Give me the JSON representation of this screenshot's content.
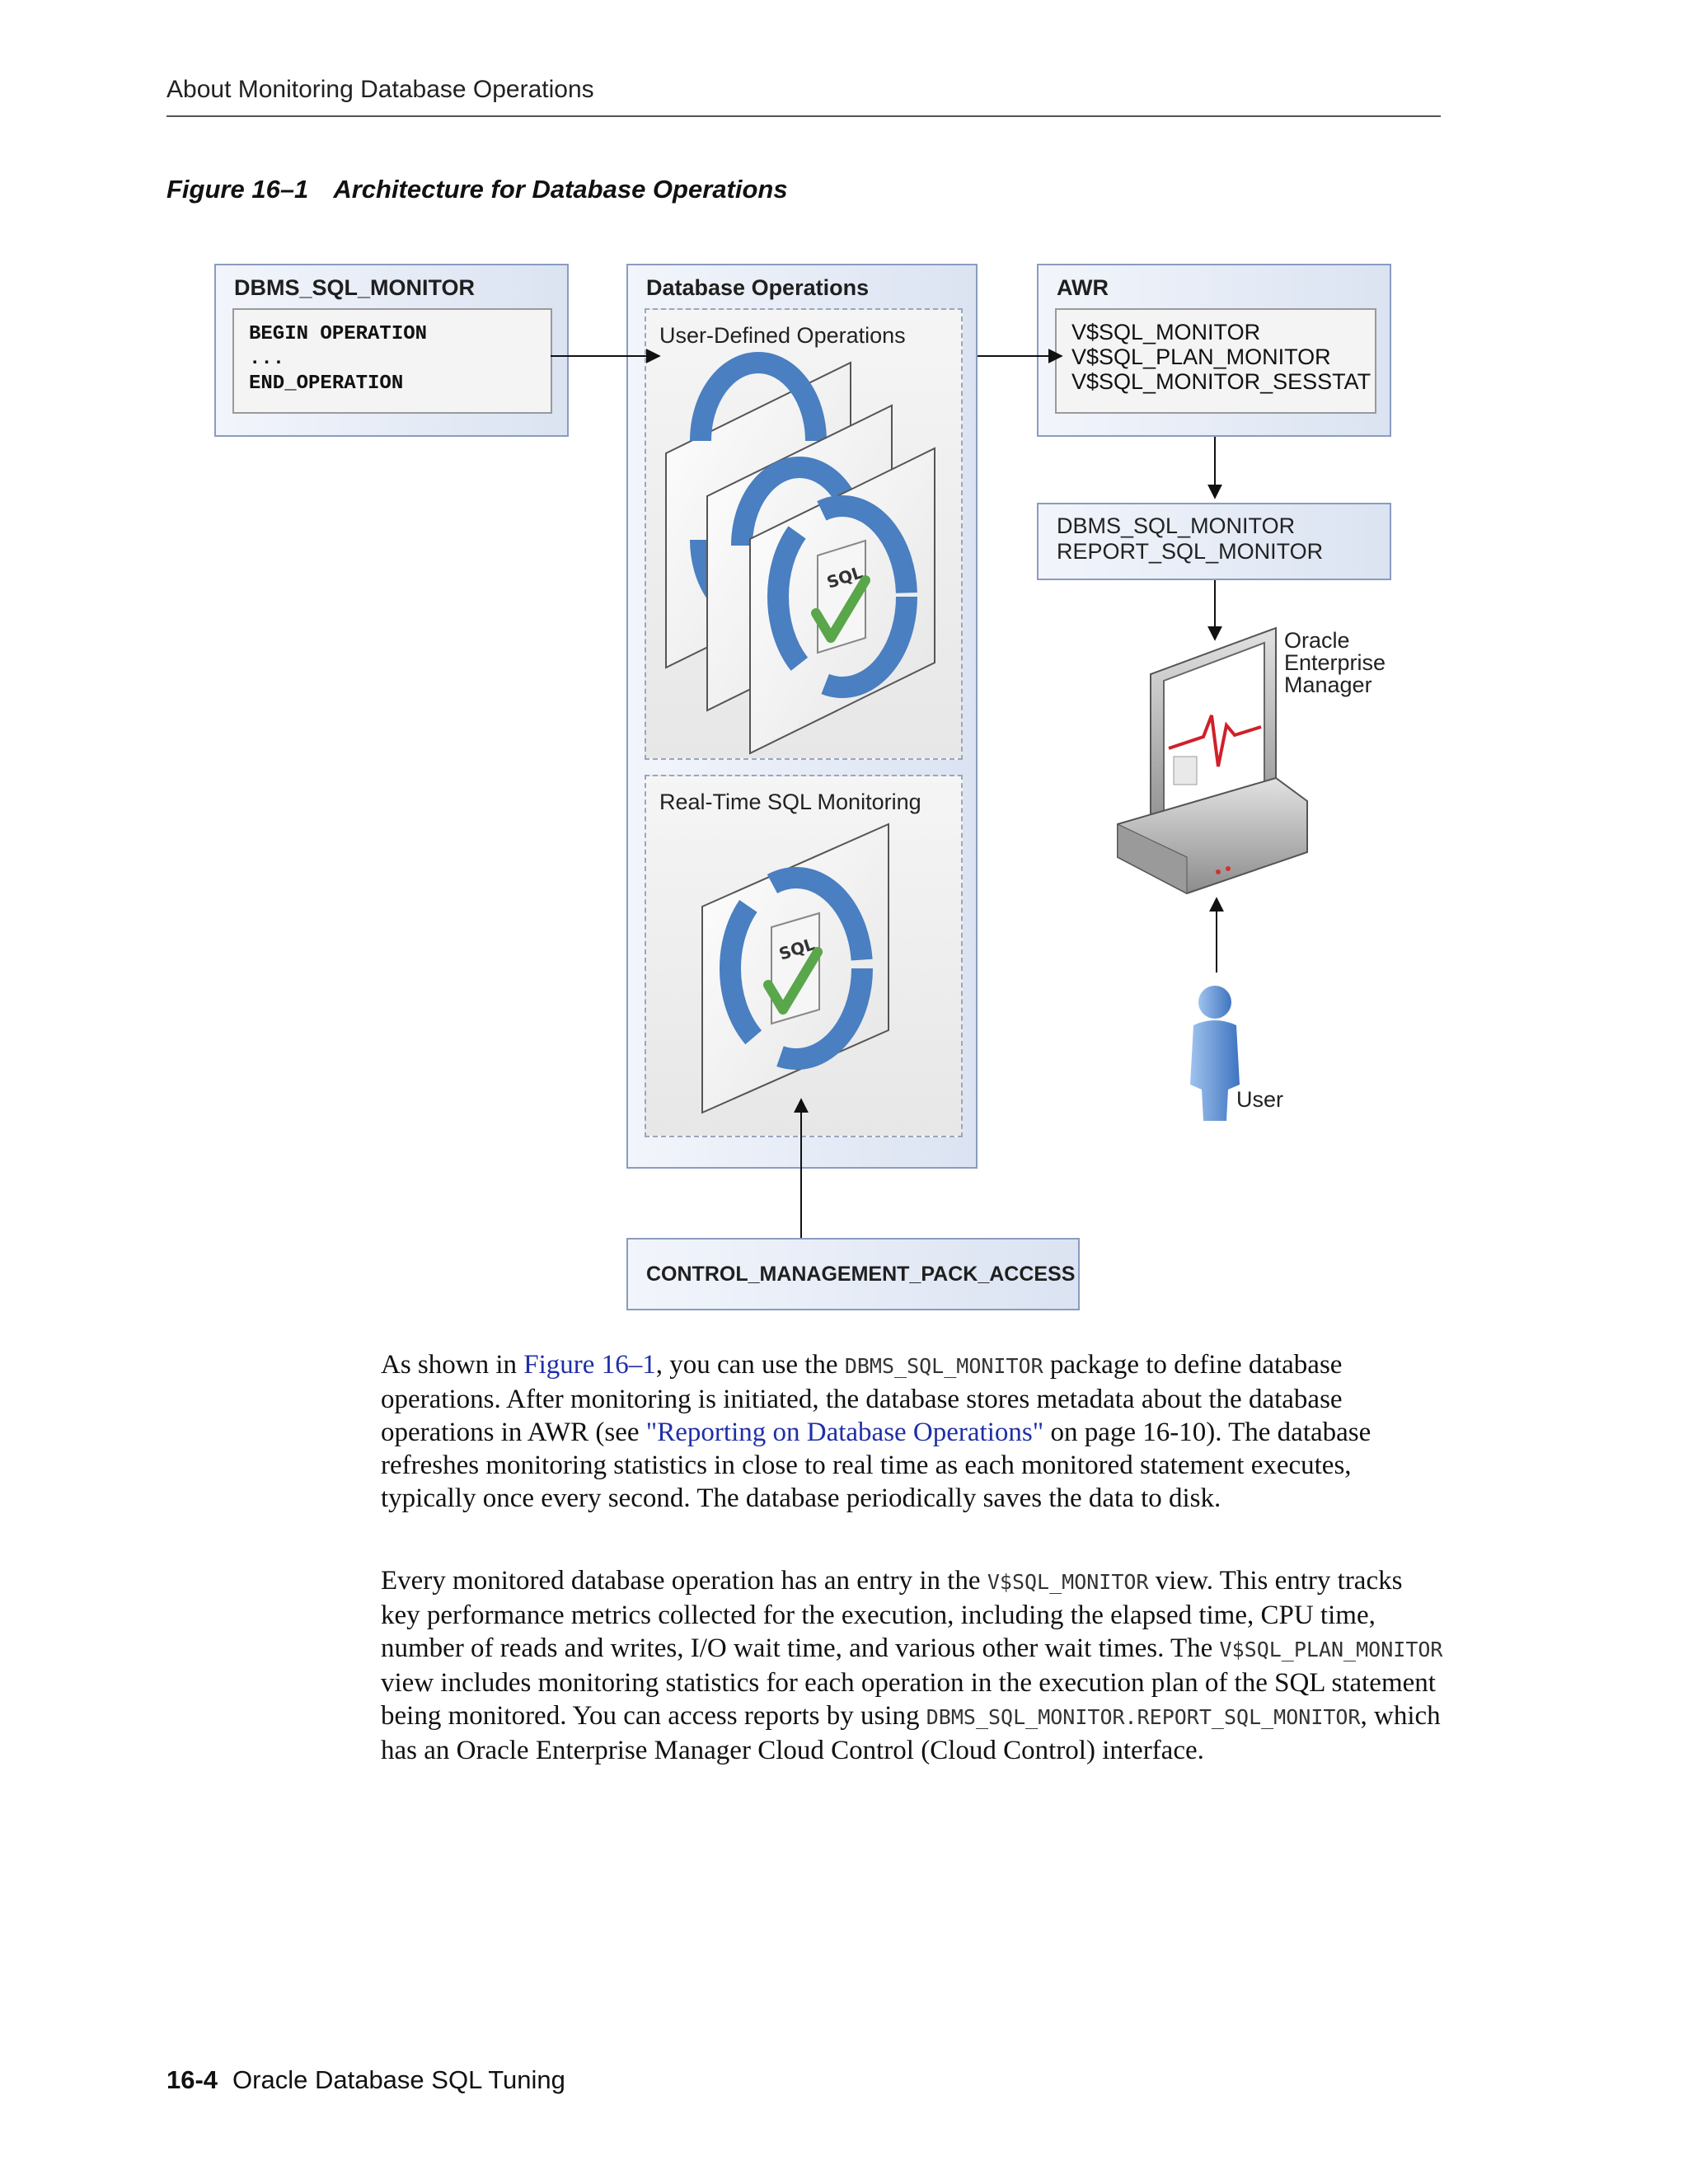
{
  "header": {
    "running_title": "About Monitoring Database Operations"
  },
  "figure": {
    "number": "Figure 16–1",
    "title": "Architecture for Database Operations",
    "dbms_box": {
      "title": "DBMS_SQL_MONITOR",
      "code": [
        "BEGIN OPERATION",
        "...",
        "END_OPERATION"
      ]
    },
    "dbops_box": {
      "title": "Database Operations",
      "user_defined_label": "User-Defined Operations",
      "realtime_label": "Real-Time SQL Monitoring"
    },
    "awr_box": {
      "title": "AWR",
      "views": [
        "V$SQL_MONITOR",
        "V$SQL_PLAN_MONITOR",
        "V$SQL_MONITOR_SESSTAT"
      ]
    },
    "report_box": {
      "lines": [
        "DBMS_SQL_MONITOR",
        "REPORT_SQL_MONITOR"
      ]
    },
    "oem_label": [
      "Oracle",
      "Enterprise",
      "Manager"
    ],
    "user_label": "User",
    "control_box": {
      "title": "CONTROL_MANAGEMENT_PACK_ACCESS"
    },
    "sql_badge": "SQL",
    "colors": {
      "box_fill": "#dbe3f2",
      "box_border": "#8a9cc0",
      "cycle_blue": "#4a7fc1",
      "check_green": "#5aa64a",
      "monitor_red": "#d0202a"
    }
  },
  "body": {
    "p1": {
      "t1": "As shown in ",
      "link1": "Figure 16–1",
      "t2": ", you can use the ",
      "code1": "DBMS_SQL_MONITOR",
      "t3": " package to define database operations. After monitoring is initiated, the database stores metadata about the database operations in AWR (see ",
      "link2": "\"Reporting on Database Operations\"",
      "t4": " on page 16-10). The database refreshes monitoring statistics in close to real time as each monitored statement executes, typically once every second. The database periodically saves the data to disk."
    },
    "p2": {
      "t1": "Every monitored database operation has an entry in the ",
      "code1": "V$SQL_MONITOR",
      "t2": " view. This entry tracks key performance metrics collected for the execution, including the elapsed time, CPU time, number of reads and writes, I/O wait time, and various other wait times. The ",
      "code2": "V$SQL_PLAN_MONITOR",
      "t3": " view includes monitoring statistics for each operation in the execution plan of the SQL statement being monitored. You can access reports by using ",
      "code3": "DBMS_SQL_MONITOR.REPORT_SQL_MONITOR",
      "t4": ", which has an Oracle Enterprise Manager Cloud Control (Cloud Control) interface."
    }
  },
  "footer": {
    "page_number": "16-4",
    "book_title": "Oracle Database SQL Tuning"
  }
}
